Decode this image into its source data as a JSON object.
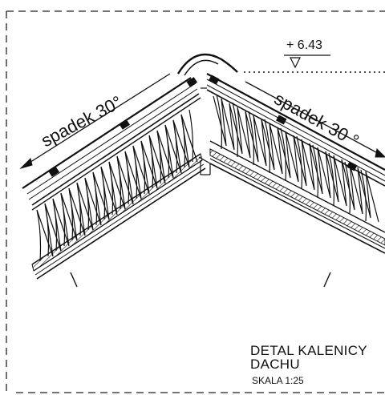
{
  "elevation": {
    "label": "+ 6.43"
  },
  "slope": {
    "left_label": "spadek 30°",
    "right_label": "spadek 30 °"
  },
  "title": {
    "line1": "DETAL KALENICY",
    "line2": "DACHU",
    "scale": "SKALA 1:25"
  },
  "colors": {
    "ink": "#111111",
    "paper": "#ffffff"
  }
}
